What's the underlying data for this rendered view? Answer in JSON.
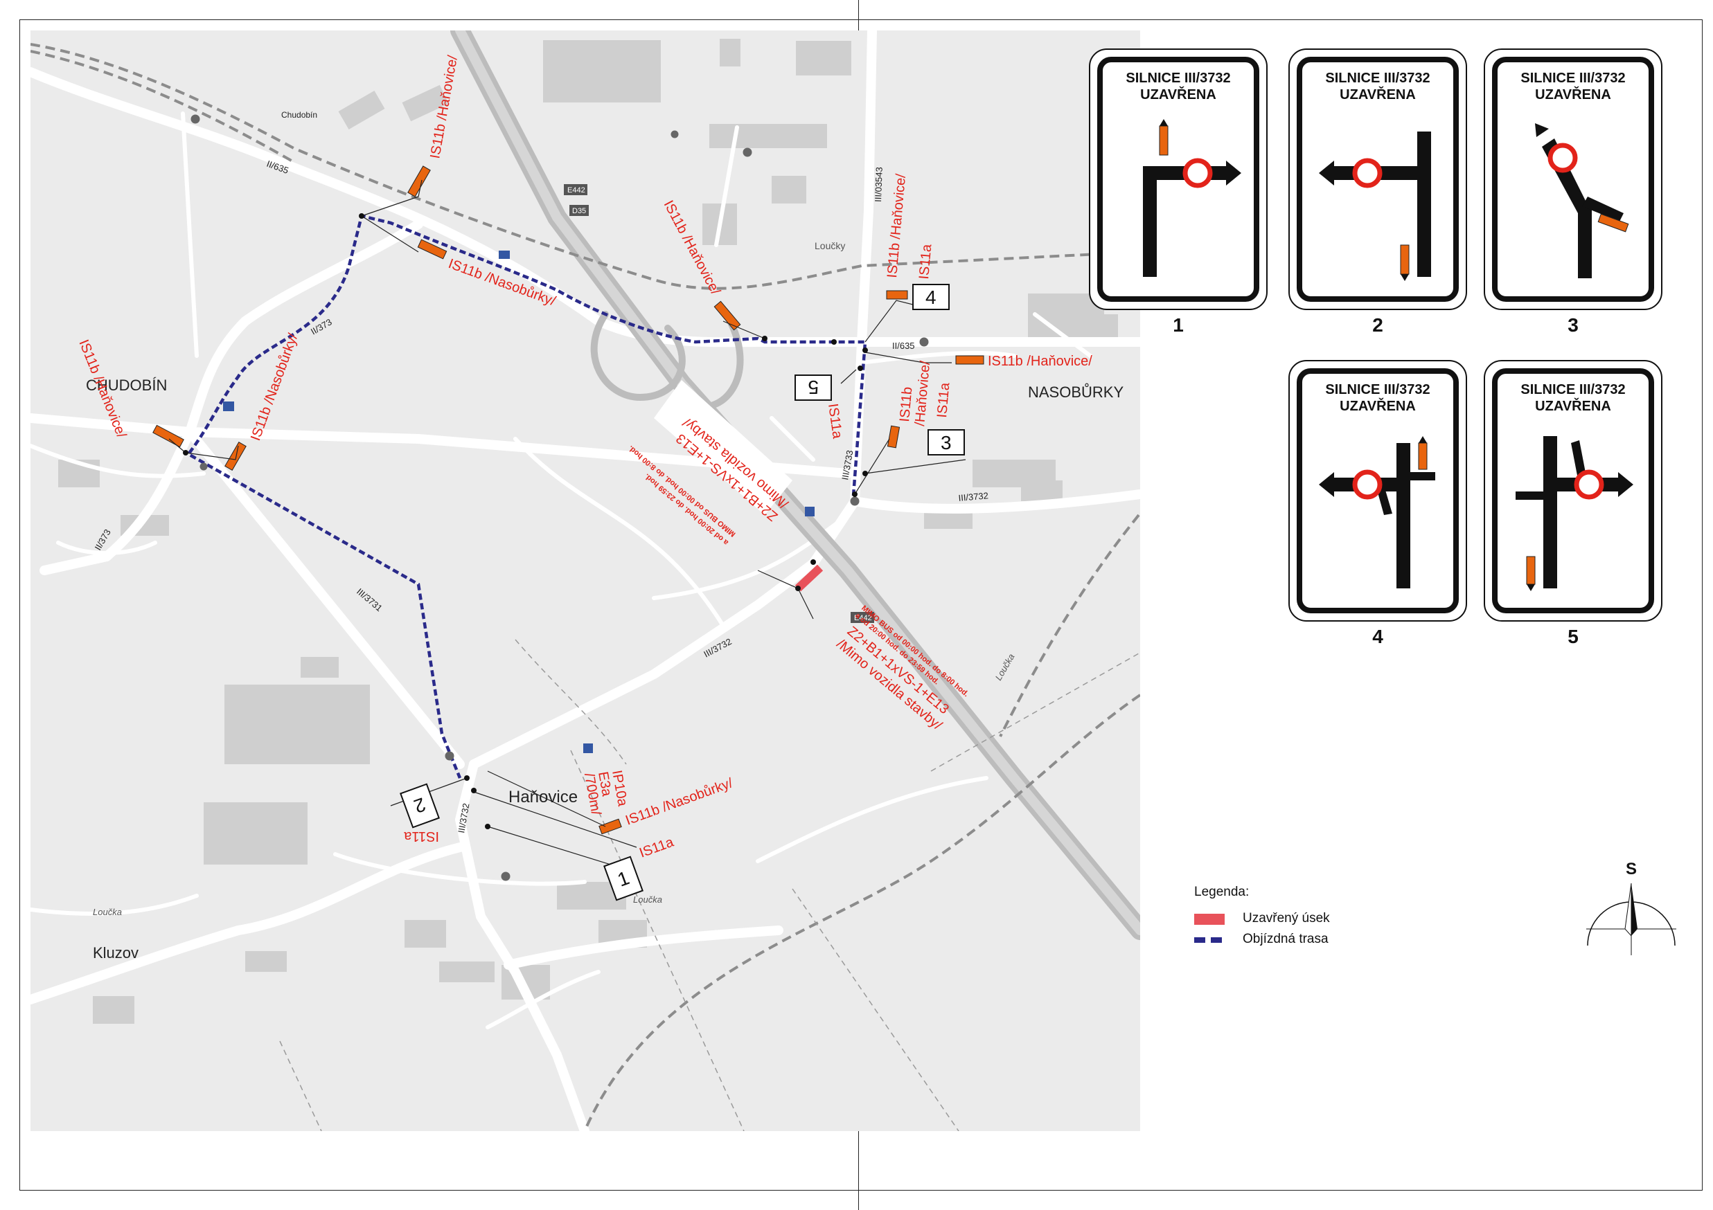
{
  "map": {
    "place_names": {
      "chudobin_small": "Chudobín",
      "chudobin": "CHUDOBÍN",
      "loucky": "Loučky",
      "nasoburky": "NASOBŮRKY",
      "hanovice": "Haňovice",
      "kluzov": "Kluzov",
      "loucka_1": "Loučka",
      "loucka_2": "Loučka",
      "loucka_3": "Loučka"
    },
    "road_labels": {
      "ii_635_west": "II/635",
      "ii_635_east": "II/635",
      "ii_373_north": "II/373",
      "ii_373_south": "II/373",
      "iii_03543": "III/03543",
      "iii_3733": "III/3733",
      "iii_3732_east": "III/3732",
      "iii_3732_mid": "III/3732",
      "iii_3732_south": "III/3732",
      "iii_3731": "III/3731",
      "e442_north": "E442",
      "d35": "D35",
      "e442_south": "E442"
    },
    "callouts": {
      "is11b_hanovice_nw": "IS11b /Haňovice/",
      "is11b_nasoburky_n": "IS11b /Nasobůrky/",
      "is11b_hanovice_w": "IS11b /Haňovice/",
      "is11b_nasoburky_w": "IS11b /Nasobůrky/",
      "is11b_hanovice_mid": "IS11b /Haňovice/",
      "is11b_hanovice_n2": "IS11b /Haňovice/",
      "is11a_n": "IS11a",
      "is11b_hanovice_e": "IS11b /Haňovice/",
      "is11a_mid": "IS11a",
      "is11b_hanovice_c1": "IS11b",
      "is11b_hanovice_c2": "/Haňovice/",
      "is11a_c": "IS11a",
      "is11a_sw": "IS11a",
      "is11b_nasoburky_s": "IS11b /Nasobůrky/",
      "is11a_s": "IS11a",
      "ip10a_1": "IP10a",
      "ip10a_2": "E3a",
      "ip10a_3": "/700m/",
      "zz_a_1": "Z2+B1+1xVS-1+E13",
      "zz_a_2": "/Mimo vozidla stavby/",
      "zz_a_3": "MIMO BUS od 00:00 hod. do 8:00 hod.",
      "zz_a_4": "a od 20:00 hod. do 23:59 hod.",
      "zz_b_1": "Z2+B1+1xVS-1+E13",
      "zz_b_2": "/Mimo vozidla stavby/",
      "zz_b_3": "MIMO BUS od 00:00 hod. do 8:00 hod.",
      "zz_b_4": "a od 20:00 hod. do 23:59 hod."
    },
    "boxes": {
      "b1": "1",
      "b2": "2",
      "b3": "3",
      "b4": "4",
      "b5": "5"
    }
  },
  "signs": [
    {
      "line1": "SILNICE III/3732",
      "line2": "UZAVŘENA",
      "number": "1"
    },
    {
      "line1": "SILNICE III/3732",
      "line2": "UZAVŘENA",
      "number": "2"
    },
    {
      "line1": "SILNICE III/3732",
      "line2": "UZAVŘENA",
      "number": "3"
    },
    {
      "line1": "SILNICE III/3732",
      "line2": "UZAVŘENA",
      "number": "4"
    },
    {
      "line1": "SILNICE III/3732",
      "line2": "UZAVŘENA",
      "number": "5"
    }
  ],
  "legend": {
    "title": "Legenda:",
    "items": [
      {
        "label": "Uzavřený úsek",
        "color": "#e8525a"
      },
      {
        "label": "Objízdná trasa",
        "color": "#2a2a8a"
      }
    ]
  },
  "north_arrow": {
    "label": "S"
  },
  "colors": {
    "callout": "#e2231a",
    "detour": "#2a2a8a",
    "closure": "#e8525a",
    "marker": "#e8650f"
  }
}
